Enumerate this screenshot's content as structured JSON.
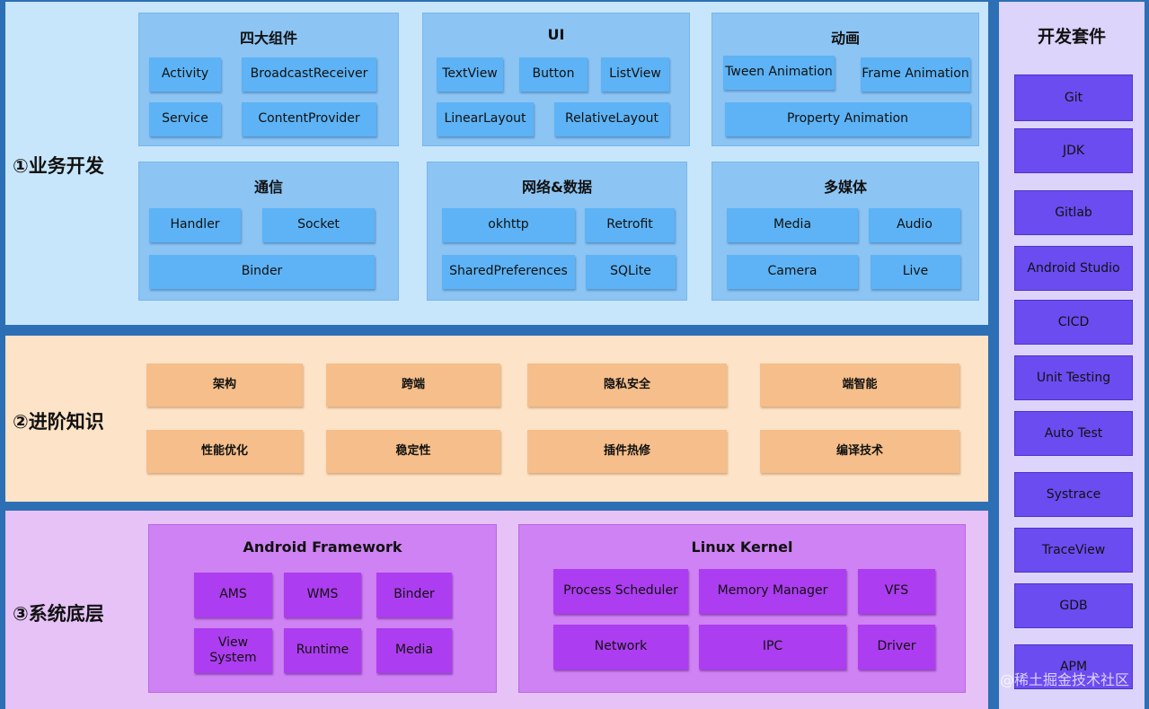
{
  "layers": {
    "business": {
      "label": "①业务开发",
      "groups": {
        "components": {
          "title": "四大组件",
          "items": [
            "Activity",
            "BroadcastReceiver",
            "Service",
            "ContentProvider"
          ]
        },
        "ui": {
          "title": "UI",
          "items": [
            "TextView",
            "Button",
            "ListView",
            "LinearLayout",
            "RelativeLayout"
          ]
        },
        "animation": {
          "title": "动画",
          "items": [
            "Tween Animation",
            "Frame Animation",
            "Property Animation"
          ]
        },
        "communication": {
          "title": "通信",
          "items": [
            "Handler",
            "Socket",
            "Binder"
          ]
        },
        "network": {
          "title": "网络&数据",
          "items": [
            "okhttp",
            "Retrofit",
            "SharedPreferences",
            "SQLite"
          ]
        },
        "multimedia": {
          "title": "多媒体",
          "items": [
            "Media",
            "Audio",
            "Camera",
            "Live"
          ]
        }
      }
    },
    "advanced": {
      "label": "②进阶知识",
      "items": [
        "架构",
        "跨端",
        "隐私安全",
        "端智能",
        "性能优化",
        "稳定性",
        "插件热修",
        "编译技术"
      ]
    },
    "system": {
      "label": "③系统底层",
      "groups": {
        "framework": {
          "title": "Android Framework",
          "items": [
            "AMS",
            "WMS",
            "Binder",
            "View System",
            "Runtime",
            "Media"
          ]
        },
        "kernel": {
          "title": "Linux Kernel",
          "items": [
            "Process Scheduler",
            "Memory Manager",
            "VFS",
            "Network",
            "IPC",
            "Driver"
          ]
        }
      }
    }
  },
  "tools": {
    "title": "开发套件",
    "items": [
      "Git",
      "JDK",
      "Gitlab",
      "Android Studio",
      "CICD",
      "Unit Testing",
      "Auto Test",
      "Systrace",
      "TraceView",
      "GDB",
      "APM"
    ]
  },
  "watermark": "@稀土掘金技术社区",
  "colors": {
    "border": "#2d6fb5",
    "business_bg": "#c7e6fb",
    "advanced_bg": "#fde3c7",
    "system_bg": "#e6c2f7",
    "tools_bg": "#ddd4fb"
  }
}
